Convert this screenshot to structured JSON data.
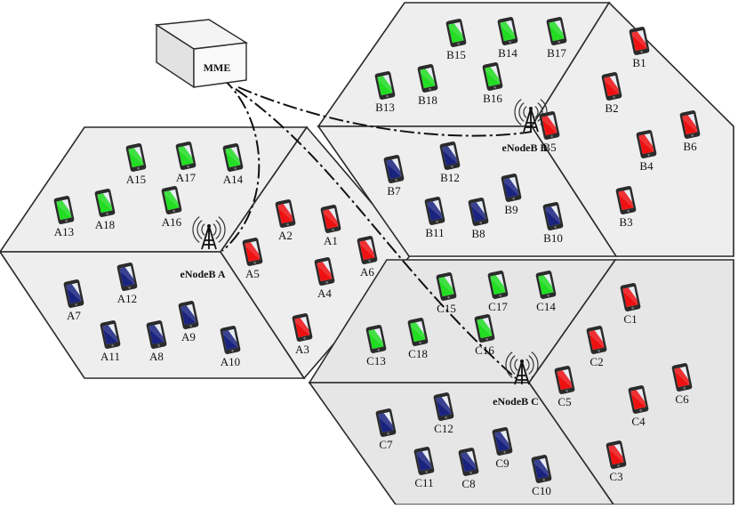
{
  "mme": {
    "label": "MME"
  },
  "colors": {
    "green": "#22dd22",
    "red": "#ee1111",
    "blue": "#1a237e",
    "screen_light": "#e8ecf4",
    "phone_body": "#2b2b2b"
  },
  "cells": [
    {
      "id": "A",
      "label": "eNodeB A",
      "devices": [
        {
          "label": "A1",
          "color": "red"
        },
        {
          "label": "A2",
          "color": "red"
        },
        {
          "label": "A3",
          "color": "red"
        },
        {
          "label": "A4",
          "color": "red"
        },
        {
          "label": "A5",
          "color": "red"
        },
        {
          "label": "A6",
          "color": "red"
        },
        {
          "label": "A7",
          "color": "blue"
        },
        {
          "label": "A8",
          "color": "blue"
        },
        {
          "label": "A9",
          "color": "blue"
        },
        {
          "label": "A10",
          "color": "blue"
        },
        {
          "label": "A11",
          "color": "blue"
        },
        {
          "label": "A12",
          "color": "blue"
        },
        {
          "label": "A13",
          "color": "green"
        },
        {
          "label": "A14",
          "color": "green"
        },
        {
          "label": "A15",
          "color": "green"
        },
        {
          "label": "A16",
          "color": "green"
        },
        {
          "label": "A17",
          "color": "green"
        },
        {
          "label": "A18",
          "color": "green"
        }
      ]
    },
    {
      "id": "B",
      "label": "eNodeB B",
      "devices": [
        {
          "label": "B1",
          "color": "red"
        },
        {
          "label": "B2",
          "color": "red"
        },
        {
          "label": "B3",
          "color": "red"
        },
        {
          "label": "B4",
          "color": "red"
        },
        {
          "label": "B5",
          "color": "red"
        },
        {
          "label": "B6",
          "color": "red"
        },
        {
          "label": "B7",
          "color": "blue"
        },
        {
          "label": "B8",
          "color": "blue"
        },
        {
          "label": "B9",
          "color": "blue"
        },
        {
          "label": "B10",
          "color": "blue"
        },
        {
          "label": "B11",
          "color": "blue"
        },
        {
          "label": "B12",
          "color": "blue"
        },
        {
          "label": "B13",
          "color": "green"
        },
        {
          "label": "B14",
          "color": "green"
        },
        {
          "label": "B15",
          "color": "green"
        },
        {
          "label": "B16",
          "color": "green"
        },
        {
          "label": "B17",
          "color": "green"
        },
        {
          "label": "B18",
          "color": "green"
        }
      ]
    },
    {
      "id": "C",
      "label": "eNodeB C",
      "devices": [
        {
          "label": "C1",
          "color": "red"
        },
        {
          "label": "C2",
          "color": "red"
        },
        {
          "label": "C3",
          "color": "red"
        },
        {
          "label": "C4",
          "color": "red"
        },
        {
          "label": "C5",
          "color": "red"
        },
        {
          "label": "C6",
          "color": "red"
        },
        {
          "label": "C7",
          "color": "blue"
        },
        {
          "label": "C8",
          "color": "blue"
        },
        {
          "label": "C9",
          "color": "blue"
        },
        {
          "label": "C10",
          "color": "blue"
        },
        {
          "label": "C11",
          "color": "blue"
        },
        {
          "label": "C12",
          "color": "blue"
        },
        {
          "label": "C13",
          "color": "green"
        },
        {
          "label": "C14",
          "color": "green"
        },
        {
          "label": "C15",
          "color": "green"
        },
        {
          "label": "C16",
          "color": "green"
        },
        {
          "label": "C17",
          "color": "green"
        },
        {
          "label": "C18",
          "color": "green"
        }
      ]
    }
  ]
}
